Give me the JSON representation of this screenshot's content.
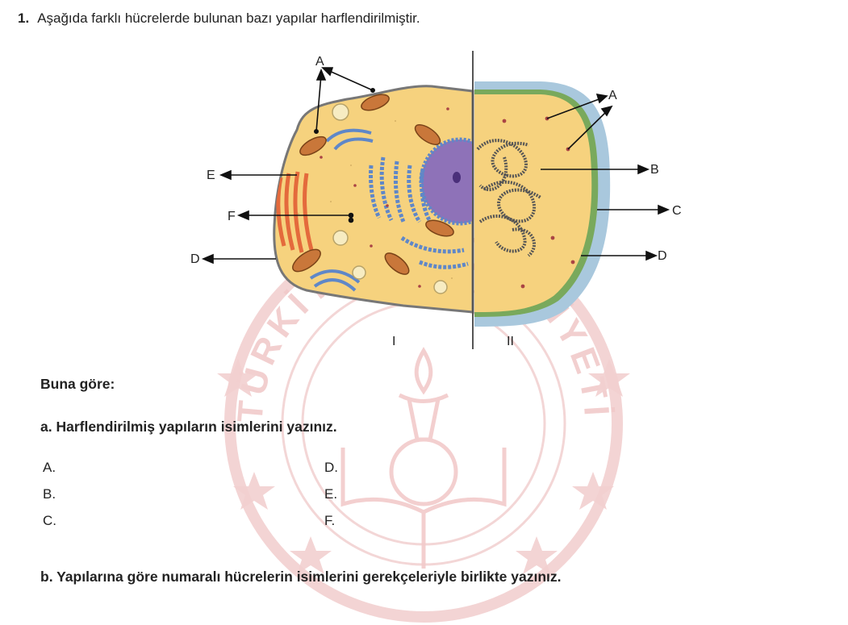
{
  "question": {
    "number": "1.",
    "prompt": "Aşağıda farklı hücrelerde bulunan bazı yapılar harflendirilmiştir."
  },
  "figure": {
    "labels": {
      "left": [
        "A",
        "E",
        "F",
        "D"
      ],
      "right": [
        "A",
        "B",
        "C",
        "D"
      ],
      "cell_numbers": [
        "I",
        "II"
      ]
    }
  },
  "buna_gore": "Buna göre:",
  "part_a": {
    "text": "a. Harflendirilmiş yapıların isimlerini yazınız.",
    "answers": [
      "A.",
      "B.",
      "C.",
      "D.",
      "E.",
      "F."
    ]
  },
  "part_b": {
    "text": "b. Yapılarına göre numaralı hücrelerin isimlerini gerekçeleriyle birlikte yazınız."
  },
  "watermark": {
    "text": "TÜRKİYE CUMHURİYETİ MİLLÎ EĞİTİM BAKANLIĞI",
    "color": "#f1c9c9"
  },
  "colors": {
    "cytoplasm": "#f6d27e",
    "nucleus": "#8e72b8",
    "er": "#5f87c8",
    "mitochondria": "#c9773a",
    "golgi": "#e46a3c",
    "cell_wall": "#a9c8dd",
    "cell_membrane_plant": "#79a95c"
  }
}
